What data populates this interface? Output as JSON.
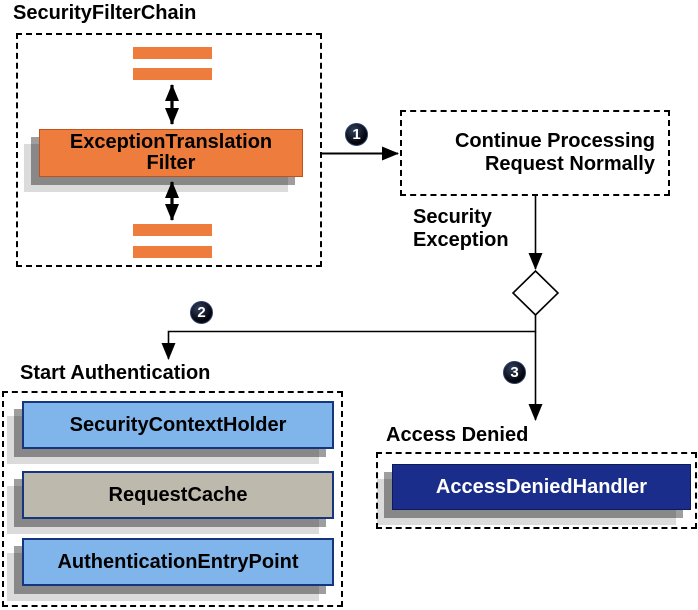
{
  "security_filter_chain": {
    "title": "SecurityFilterChain",
    "filter_line1": "ExceptionTranslation",
    "filter_line2": "Filter"
  },
  "flow": {
    "badge_1": "1",
    "badge_2": "2",
    "badge_3": "3",
    "continue_line1": "Continue Processing",
    "continue_line2": "Request Normally",
    "exception_line1": "Security",
    "exception_line2": "Exception"
  },
  "start_authentication": {
    "title": "Start Authentication",
    "items": [
      "SecurityContextHolder",
      "RequestCache",
      "AuthenticationEntryPoint"
    ]
  },
  "access_denied": {
    "title": "Access Denied",
    "handler_label": "AccessDeniedHandler"
  },
  "colors": {
    "orange": "#EE7C3C",
    "orange-border": "#C2511B",
    "light-blue": "#7FB5EA",
    "blue-border": "#16357F",
    "gray": "#BEB9AD",
    "navy": "#1B2D8A",
    "navy-border": "#0D1A5C"
  }
}
